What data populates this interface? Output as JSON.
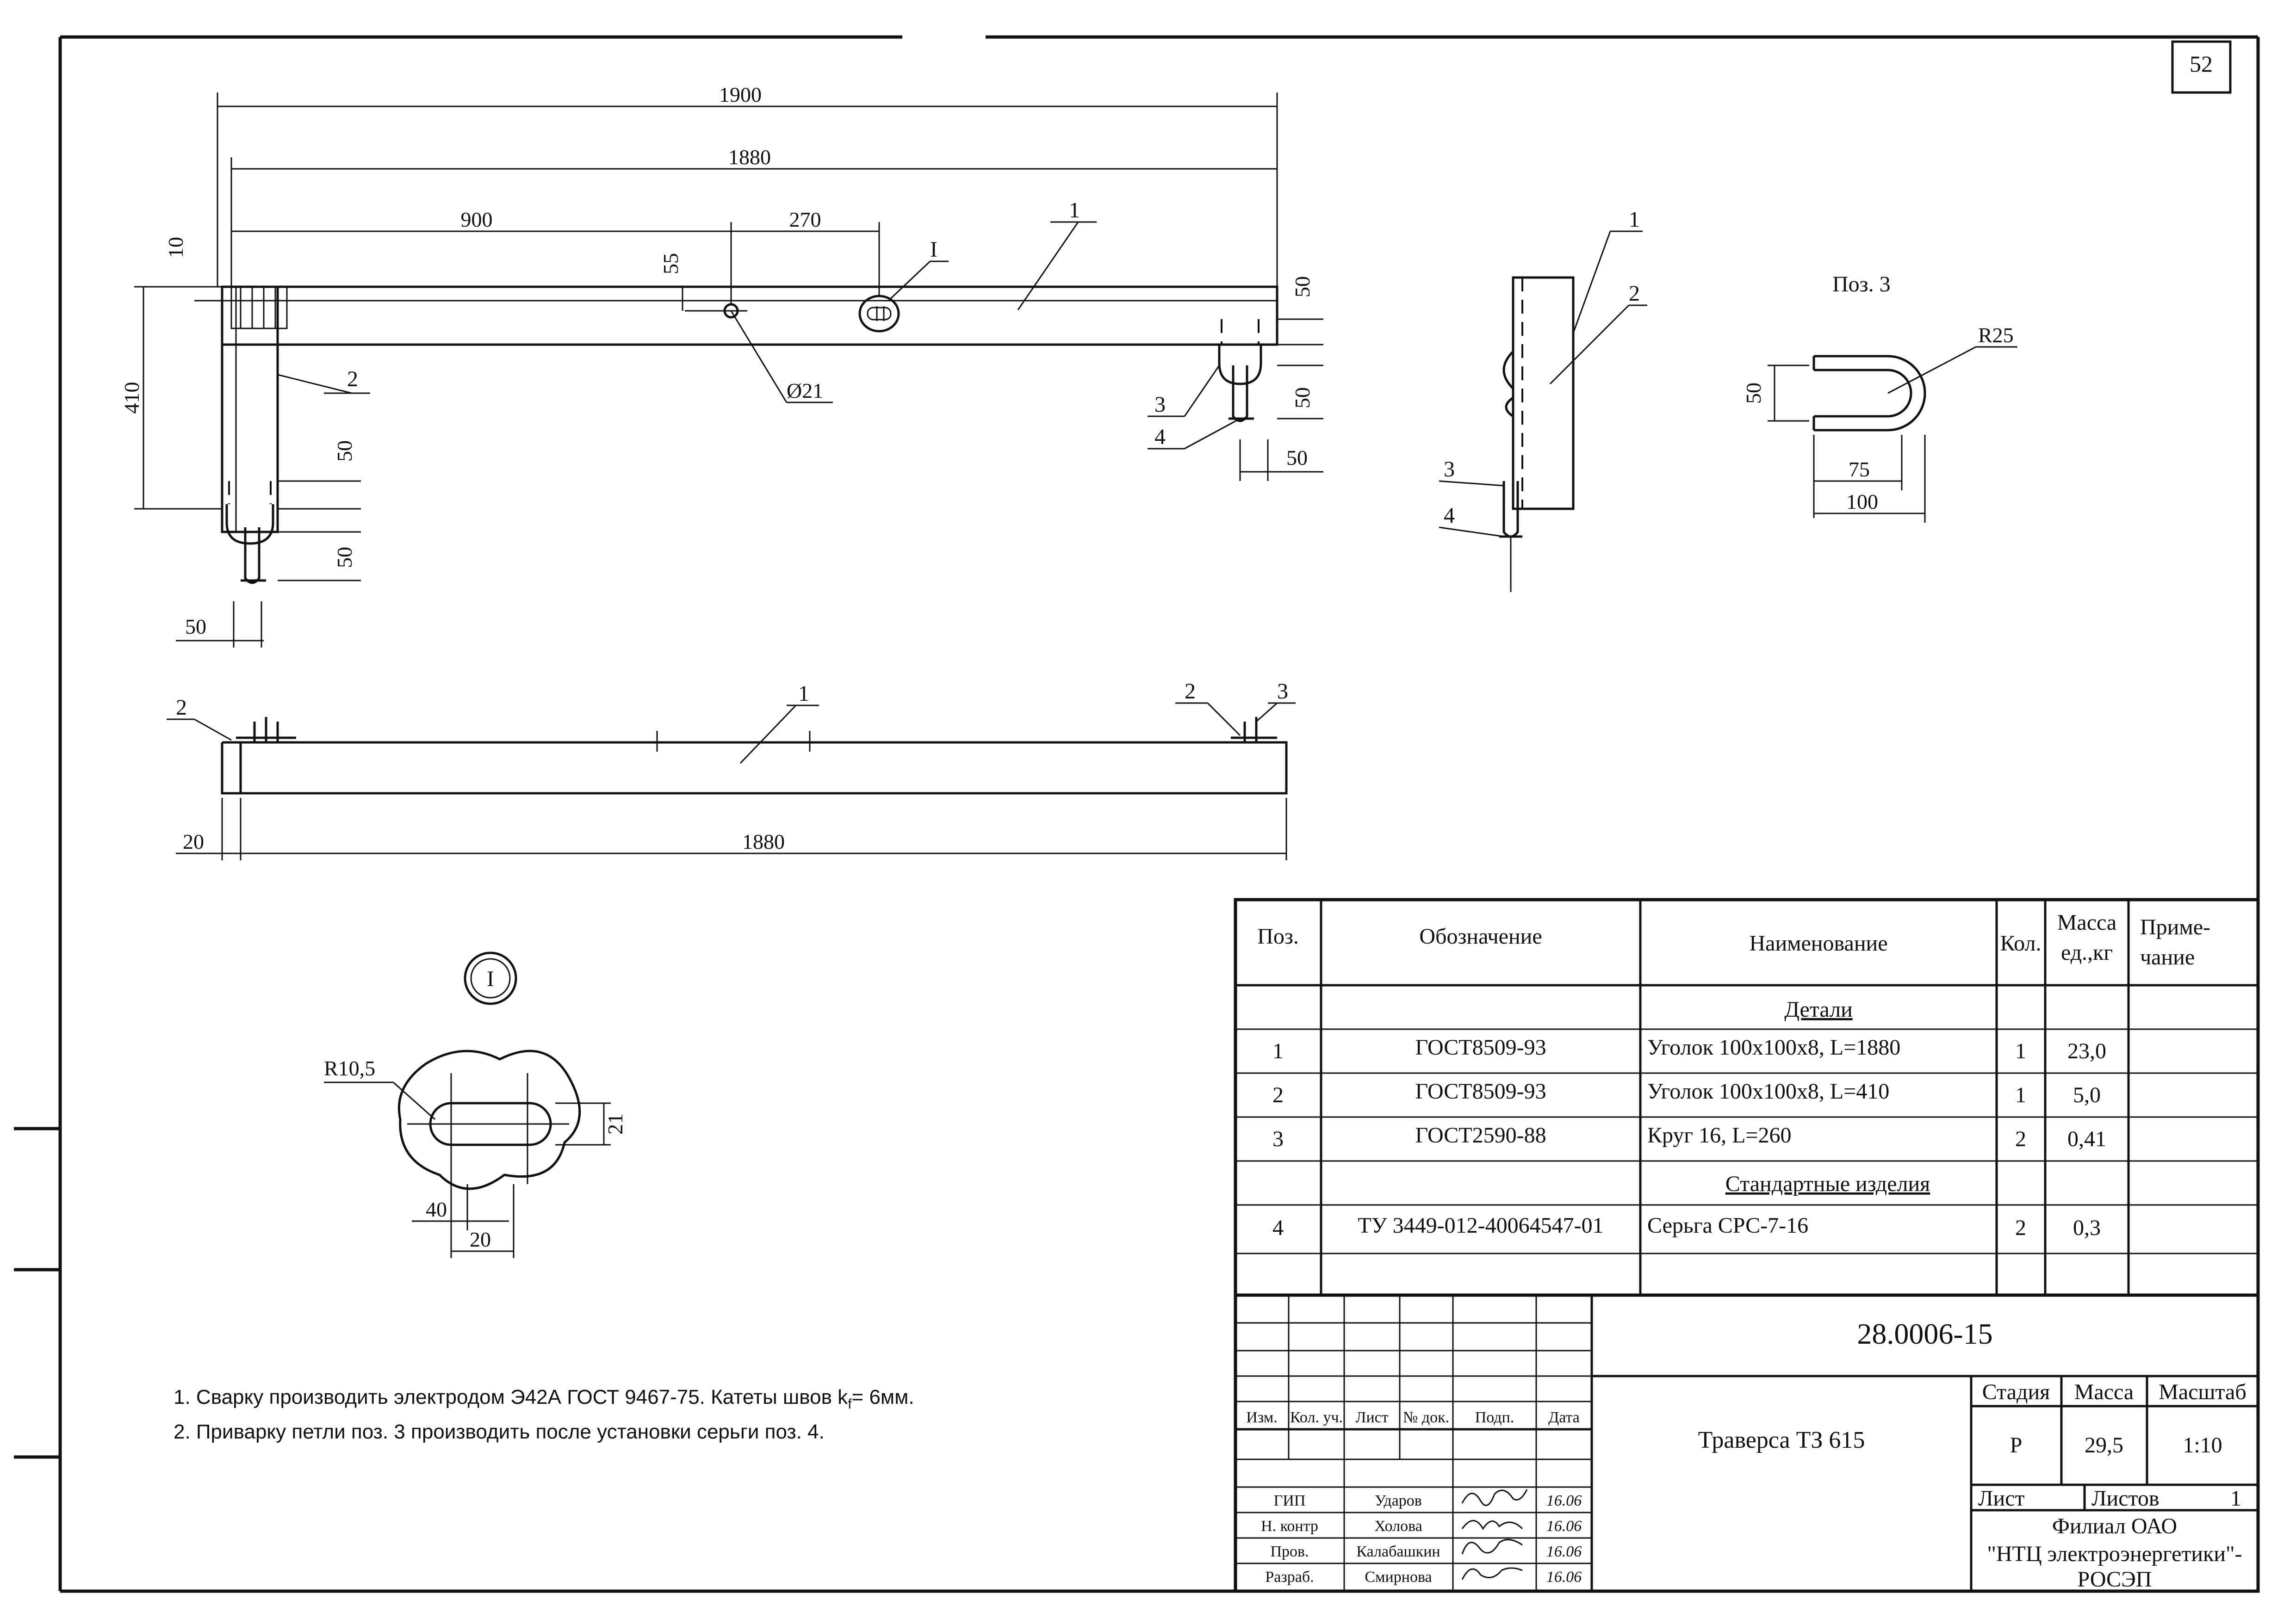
{
  "page_number": "52",
  "drawing": {
    "dims": {
      "d1900": "1900",
      "d1880_top": "1880",
      "d900": "900",
      "d270": "270",
      "d10": "10",
      "d55": "55",
      "d410": "410",
      "d50_r1": "50",
      "d50_r2": "50",
      "d50_r3": "50",
      "d50_l1": "50",
      "d50_l2": "50",
      "d50_l3": "50",
      "d21": "Ø21",
      "d20": "20",
      "d1880_bot": "1880",
      "pos3_r25": "R25",
      "pos3_50": "50",
      "pos3_75": "75",
      "pos3_100": "100",
      "det_r": "R10,5",
      "det_21": "21",
      "det_40": "40",
      "det_20": "20"
    },
    "labels": {
      "p1a": "1",
      "pI": "I",
      "p2a": "2",
      "p3a": "3",
      "p4a": "4",
      "p1s": "1",
      "p2s": "2",
      "p3s": "3",
      "p4s": "4",
      "p2b": "2",
      "p1b": "1",
      "p2c": "2",
      "p3c": "3",
      "pos3_title": "Поз. 3",
      "detail_mark": "I"
    }
  },
  "notes": [
    "1. Сварку производить электродом Э42А ГОСТ 9467-75.  Катеты швов k",
    "f",
    "= 6мм.",
    "2. Приварку петли поз. 3 производить после установки серьги поз. 4."
  ],
  "spec": {
    "headers": {
      "pos": "Поз.",
      "designation": "Обозначение",
      "name": "Наименование",
      "qty": "Кол.",
      "mass1": "Масса",
      "mass2": "ед.,кг",
      "note1": "Приме-",
      "note2": "чание"
    },
    "section_details": "Детали",
    "section_standard": "Стандартные изделия",
    "rows": [
      {
        "pos": "1",
        "designation": "ГОСТ8509-93",
        "name": "Уголок 100х100х8, L=1880",
        "qty": "1",
        "mass": "23,0"
      },
      {
        "pos": "2",
        "designation": "ГОСТ8509-93",
        "name": "Уголок 100х100х8, L=410",
        "qty": "1",
        "mass": "5,0"
      },
      {
        "pos": "3",
        "designation": "ГОСТ2590-88",
        "name": "Круг 16, L=260",
        "qty": "2",
        "mass": "0,41"
      },
      {
        "pos": "4",
        "designation": "ТУ 3449-012-40064547-01",
        "name": "Серьга СРС-7-16",
        "qty": "2",
        "mass": "0,3"
      }
    ]
  },
  "title_block": {
    "doc_number": "28.0006-15",
    "title": "Траверса ТЗ 615",
    "stage_label": "Стадия",
    "mass_label": "Масса",
    "scale_label": "Масштаб",
    "stage": "Р",
    "mass": "29,5",
    "scale": "1:10",
    "sheet_label": "Лист",
    "sheets_label": "Листов",
    "sheets": "1",
    "org_line1": "Филиал ОАО",
    "org_line2": "\"НТЦ электроэнергетики\"-",
    "org_line3": "РОСЭП",
    "rev_headers": {
      "izm": "Изм.",
      "kol": "Кол. уч.",
      "list": "Лист",
      "ndok": "№ док.",
      "podp": "Подп.",
      "data": "Дата"
    },
    "signers": [
      {
        "role": "ГИП",
        "name": "Ударов",
        "date": "16.06"
      },
      {
        "role": "Н. контр",
        "name": "Холова",
        "date": "16.06"
      },
      {
        "role": "Пров.",
        "name": "Калабашкин",
        "date": "16.06"
      },
      {
        "role": "Разраб.",
        "name": "Смирнова",
        "date": "16.06"
      }
    ]
  }
}
